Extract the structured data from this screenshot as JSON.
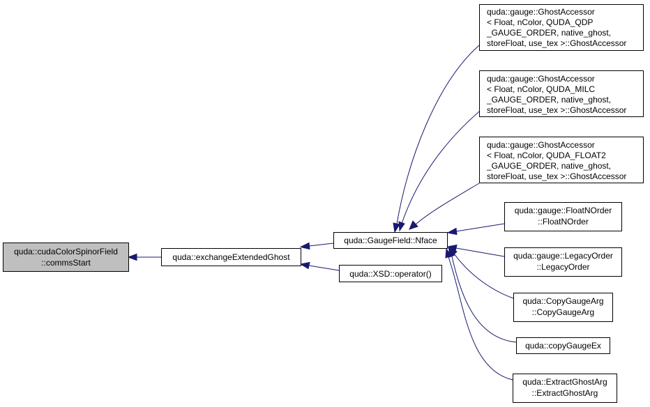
{
  "colors": {
    "edge": "#191970",
    "node_fill": "#ffffff",
    "root_fill": "#bfbfbf",
    "border": "#000000"
  },
  "nodes": {
    "root": [
      "quda::cudaColorSpinorField",
      "::commsStart"
    ],
    "exchange": [
      "quda::exchangeExtendedGhost"
    ],
    "nface": [
      "quda::GaugeField::Nface"
    ],
    "xsd": [
      "quda::XSD::operator()"
    ],
    "ghost_qdp": [
      "quda::gauge::GhostAccessor",
      "< Float, nColor, QUDA_QDP",
      "_GAUGE_ORDER, native_ghost,",
      "storeFloat, use_tex >::GhostAccessor"
    ],
    "ghost_milc": [
      "quda::gauge::GhostAccessor",
      "< Float, nColor, QUDA_MILC",
      "_GAUGE_ORDER, native_ghost,",
      "storeFloat, use_tex >::GhostAccessor"
    ],
    "ghost_float2": [
      "quda::gauge::GhostAccessor",
      "< Float, nColor, QUDA_FLOAT2",
      "_GAUGE_ORDER, native_ghost,",
      "storeFloat, use_tex >::GhostAccessor"
    ],
    "floatn": [
      "quda::gauge::FloatNOrder",
      "::FloatNOrder"
    ],
    "legacy": [
      "quda::gauge::LegacyOrder",
      "::LegacyOrder"
    ],
    "copyarg": [
      "quda::CopyGaugeArg",
      "::CopyGaugeArg"
    ],
    "copyex": [
      "quda::copyGaugeEx"
    ],
    "extract": [
      "quda::ExtractGhostArg",
      "::ExtractGhostArg"
    ]
  }
}
